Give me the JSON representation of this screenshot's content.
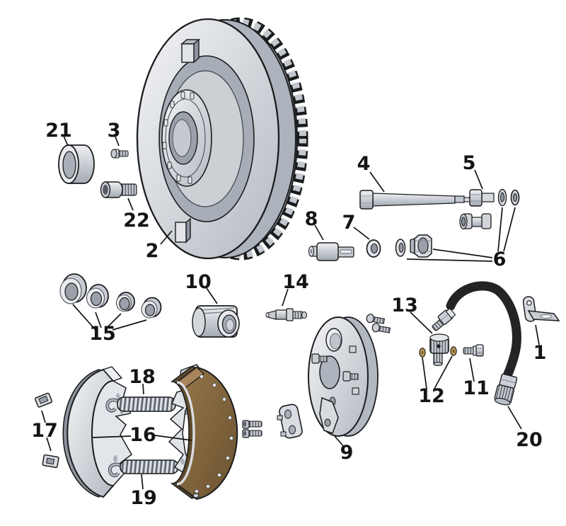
{
  "figure": {
    "kind": "exploded-parts-diagram",
    "background": "#ffffff"
  },
  "colors": {
    "background": "#ffffff",
    "ink": "#141414",
    "outline": "#1b1c1e",
    "metal_light": "#eceef1",
    "metal_mid": "#c3c8cf",
    "metal_dark": "#9aa1ab",
    "lining_brown": "#7e6238",
    "lining_brown_light": "#a8855a",
    "hose_black": "#242427",
    "brass": "#c9a45e"
  },
  "labels": {
    "p1": "1",
    "p2": "2",
    "p3": "3",
    "p4": "4",
    "p5": "5",
    "p6": "6",
    "p7": "7",
    "p8": "8",
    "p9": "9",
    "p10": "10",
    "p11": "11",
    "p12": "12",
    "p13": "13",
    "p14": "14",
    "p15": "15",
    "p16": "16",
    "p17": "17",
    "p18": "18",
    "p19": "19",
    "p20": "20",
    "p21": "21",
    "p22": "22"
  }
}
